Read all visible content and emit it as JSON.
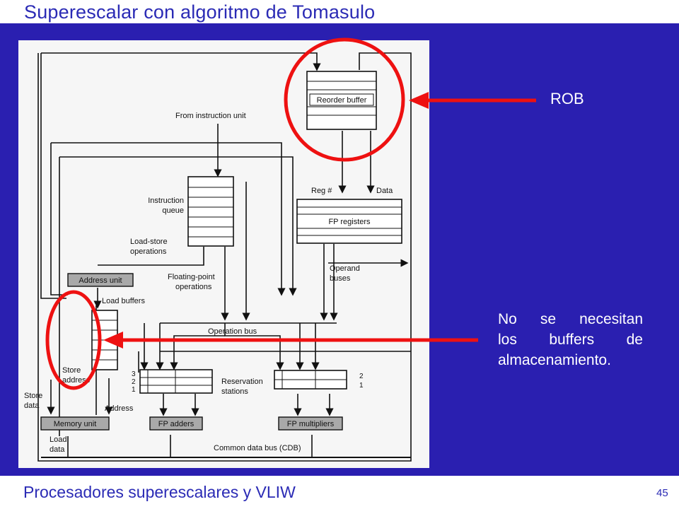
{
  "slide": {
    "title": "Superescalar con algoritmo de Tomasulo",
    "footer": "Procesadores superescalares y VLIW",
    "page_number": "45"
  },
  "annotations": {
    "rob_label": "ROB",
    "note_lines": [
      "No se necesitan",
      "los buffers de",
      "almacenamiento."
    ]
  },
  "colors": {
    "slide_background": "#2a1fb0",
    "title_text": "#2b2bb5",
    "highlight": "#ee1111",
    "unit_box_gray": "#a9a9a9"
  },
  "diagram": {
    "reorder_buffer": "Reorder buffer",
    "from_instruction_unit": "From instruction unit",
    "instruction_queue": [
      "Instruction",
      "queue"
    ],
    "reg_num": "Reg #",
    "data": "Data",
    "fp_registers": "FP registers",
    "load_store_operations": [
      "Load-store",
      "operations"
    ],
    "address_unit": "Address unit",
    "floating_point_operations": [
      "Floating-point",
      "operations"
    ],
    "operand_buses": [
      "Operand",
      "buses"
    ],
    "load_buffers": "Load buffers",
    "operation_bus": "Operation bus",
    "store_address": [
      "Store",
      "address"
    ],
    "store_data": [
      "Store",
      "data"
    ],
    "address": "Address",
    "reservation_stations": [
      "Reservation",
      "stations"
    ],
    "rs_left_numbers": [
      "3",
      "2",
      "1"
    ],
    "rs_right_numbers": [
      "2",
      "1"
    ],
    "memory_unit": "Memory unit",
    "fp_adders": "FP adders",
    "fp_multipliers": "FP multipliers",
    "load_data": [
      "Load",
      "data"
    ],
    "cdb": "Common data bus (CDB)"
  }
}
